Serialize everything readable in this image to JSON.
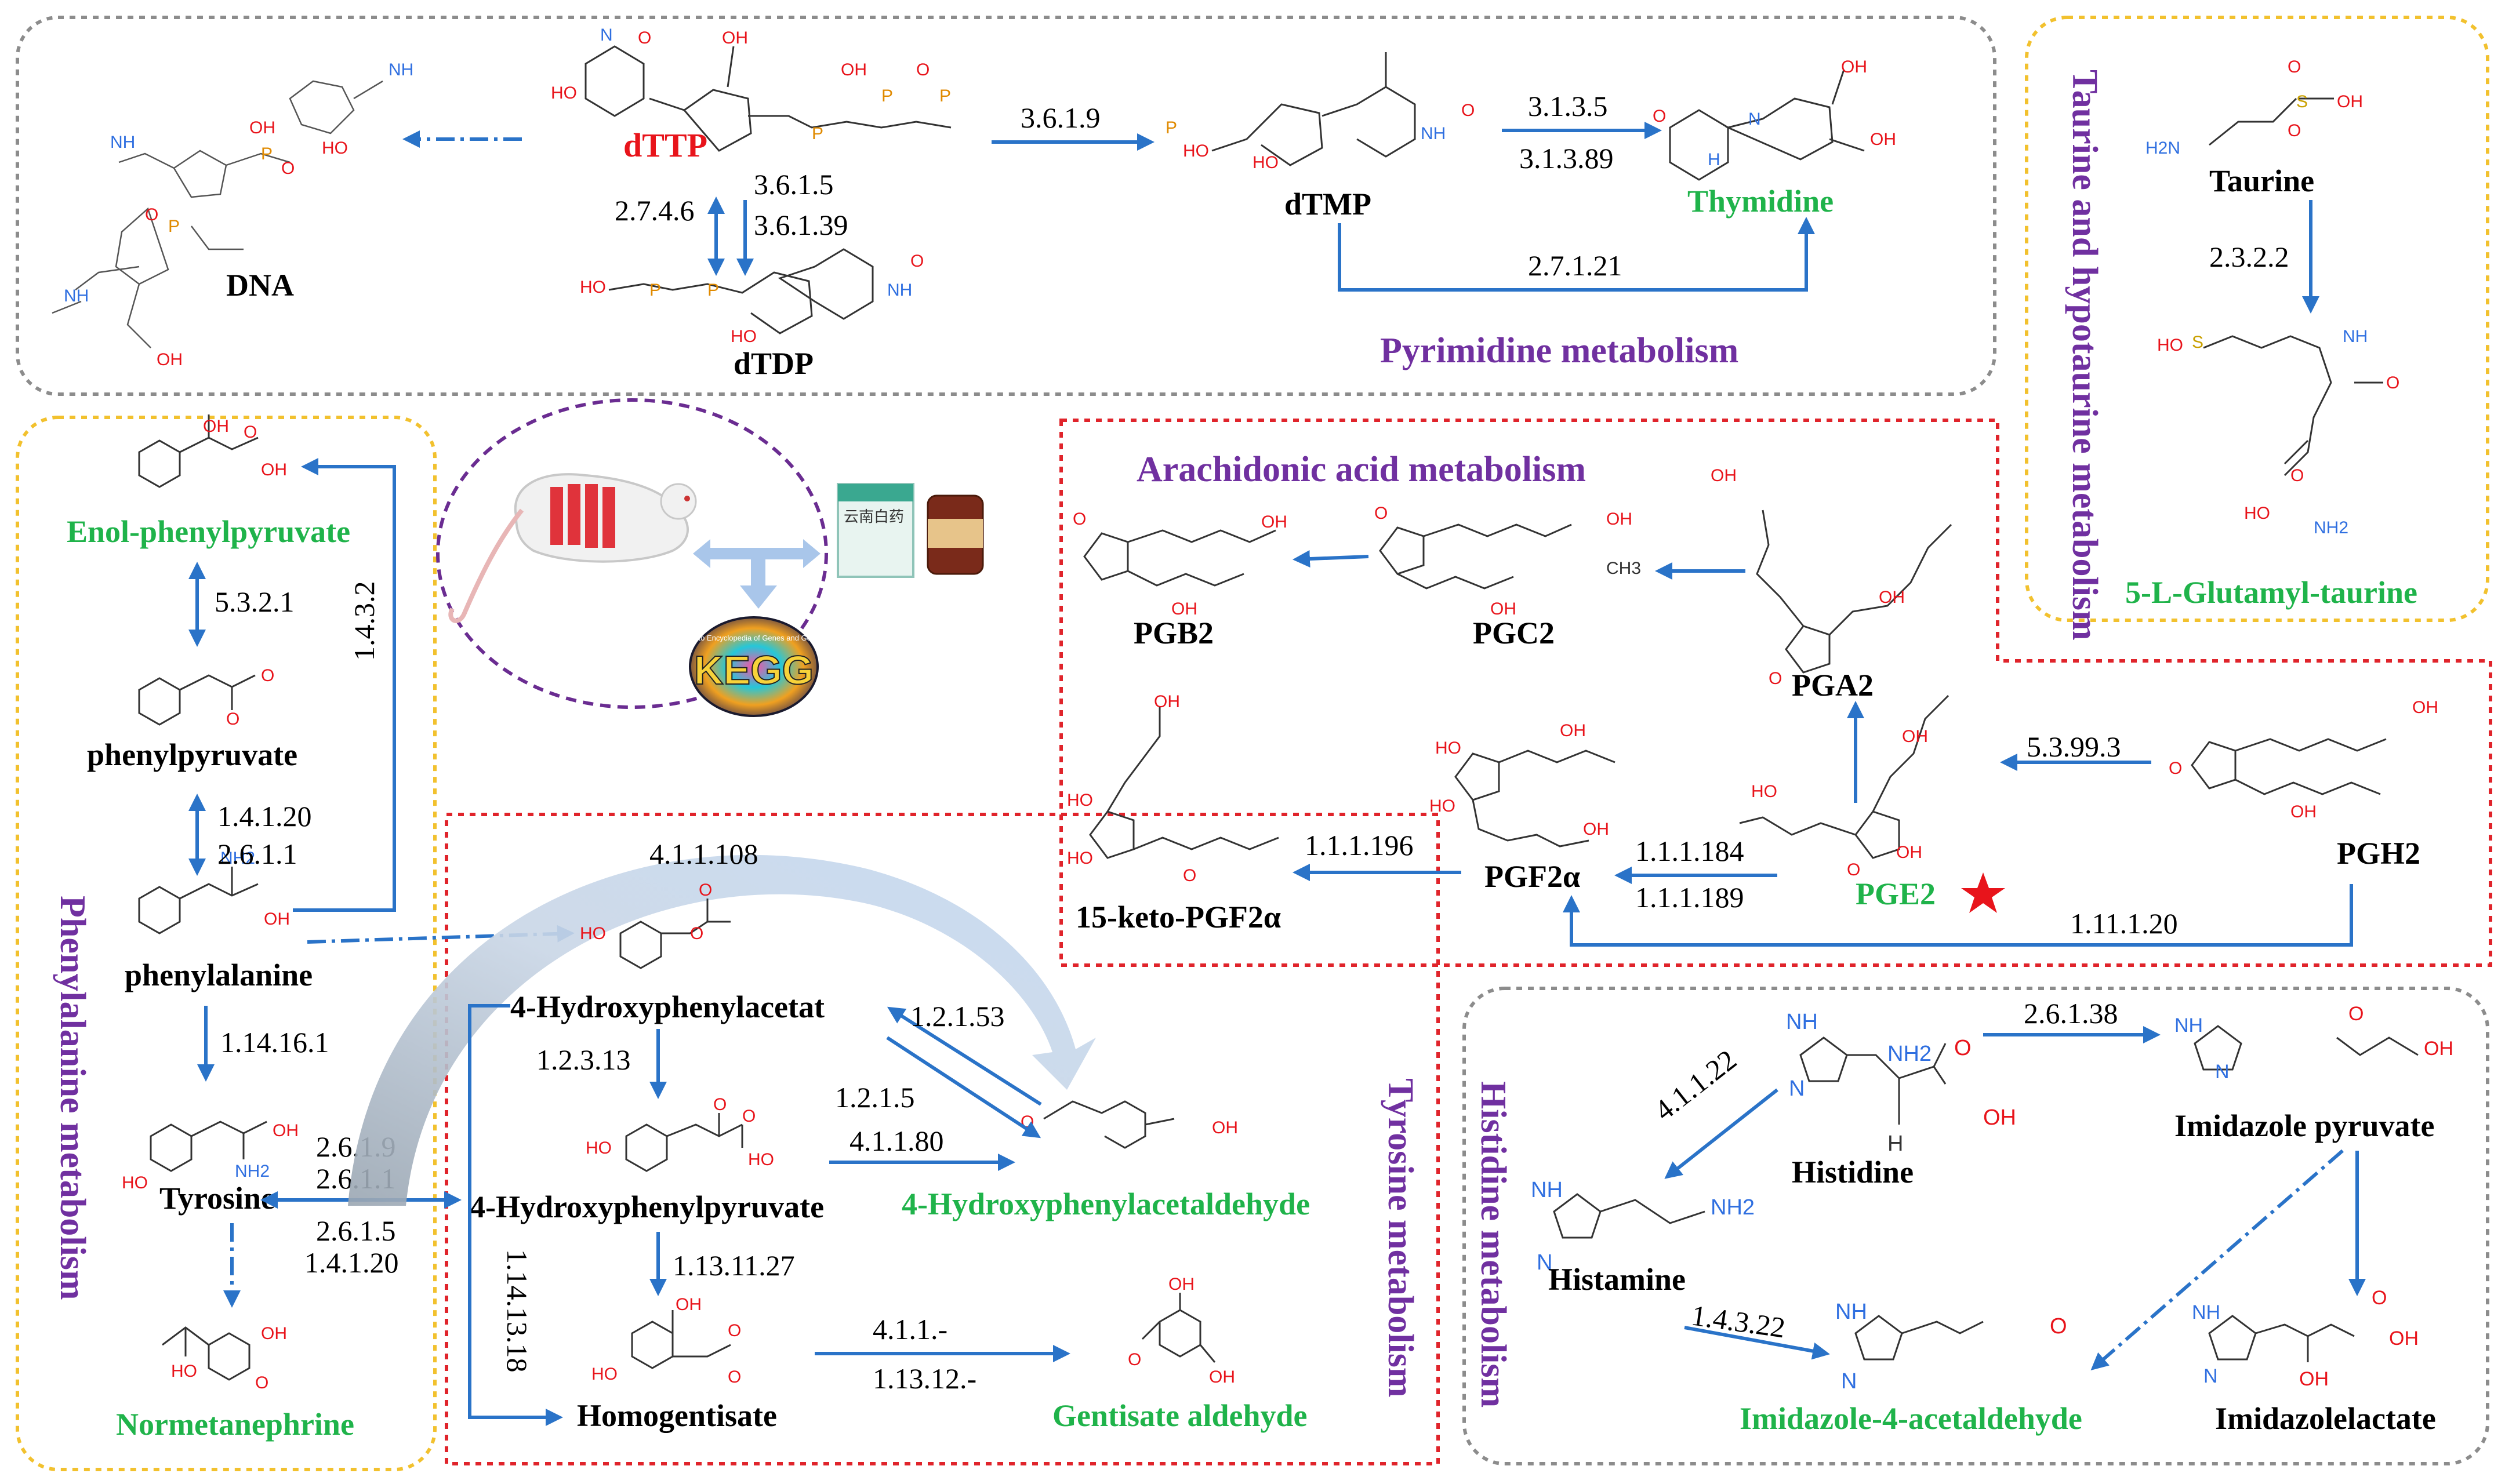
{
  "pathways": {
    "pyrimidine": "Pyrimidine metabolism",
    "taurine": "Taurine and hypotaurine metabolism",
    "arachidonic": "Arachidonic acid metabolism",
    "phenylalanine": "Phenylalanine metabolism",
    "tyrosine": "Tyrosine metabolism",
    "histidine": "Histidine metabolism"
  },
  "compounds": {
    "dna": "DNA",
    "dttp": "dTTP",
    "dtdp": "dTDP",
    "dtmp": "dTMP",
    "thymidine": "Thymidine",
    "taurine": "Taurine",
    "glutamyl_taurine": "5-L-Glutamyl-taurine",
    "enol_phenylpyruvate": "Enol-phenylpyruvate",
    "phenylpyruvate": "phenylpyruvate",
    "phenylalanine": "phenylalanine",
    "tyrosine": "Tyrosine",
    "normetanephrine": "Normetanephrine",
    "pgb2": "PGB2",
    "pgc2": "PGC2",
    "pga2": "PGA2",
    "pge2": "PGE2",
    "pgh2": "PGH2",
    "pgf2a": "PGF2α",
    "keto_pgf2a": "15-keto-PGF2α",
    "hydroxyphenylacetat": "4-Hydroxyphenylacetat",
    "hydroxyphenylpyruvate": "4-Hydroxyphenylpyruvate",
    "hydroxyphenylacetaldehyde": "4-Hydroxyphenylacetaldehyde",
    "homogentisate": "Homogentisate",
    "gentisate_aldehyde": "Gentisate aldehyde",
    "histidine": "Histidine",
    "histamine": "Histamine",
    "imidazole_pyruvate": "Imidazole pyruvate",
    "imidazole_acetaldehyde": "Imidazole-4-acetaldehyde",
    "imidazolelactate": "Imidazolelactate"
  },
  "enzymes": {
    "e3619": "3.6.1.9",
    "e3615": "3.6.1.5",
    "e36139": "3.6.1.39",
    "e2746": "2.7.4.6",
    "e3135": "3.1.3.5",
    "e31389": "3.1.3.89",
    "e27121": "2.7.1.21",
    "e2322": "2.3.2.2",
    "e5321": "5.3.2.1",
    "e1432": "1.4.3.2",
    "e14120": "1.4.1.20",
    "e2611": "2.6.1.1",
    "e114161": "1.14.16.1",
    "e2619": "2.6.1.9",
    "e2611b": "2.6.1.1",
    "e2615": "2.6.1.5",
    "e14120b": "1.4.1.20",
    "e411108": "4.1.1.108",
    "e12313": "1.2.3.13",
    "e12153": "1.2.1.53",
    "e1215": "1.2.1.5",
    "e41180": "4.1.1.80",
    "e1141318": "1.14.13.18",
    "e1131127": "1.13.11.27",
    "e411dash": "4.1.1.-",
    "e11312dash": "1.13.12.-",
    "e1111196": "1.1.1.196",
    "e1111184": "1.1.1.184",
    "e1111189": "1.1.1.189",
    "e539933": "5.3.99.3",
    "e111120": "1.11.1.20",
    "e41122": "4.1.1.22",
    "e26138": "2.6.1.38",
    "e14322": "1.4.3.22"
  },
  "center": {
    "kegg_text": "KEGG",
    "kegg_subtitle": "Kyoto Encyclopedia of Genes and Genomes",
    "box_text": "云南白药"
  },
  "atoms": {
    "ho": "HO",
    "oh": "OH",
    "o": "O",
    "n": "N",
    "nh": "NH",
    "nh2": "NH2",
    "h2n": "H2N",
    "p": "P",
    "s": "S",
    "ch3": "CH3",
    "h": "H"
  },
  "colors": {
    "arrow": "#2a73c8",
    "pathway_title": "#7030a0",
    "highlight_green": "#1fb34a",
    "highlight_red": "#e8141b",
    "box_gray": "#8c8c8c",
    "box_yellow": "#f2c12e",
    "box_red": "#e0242b",
    "ellipse_purple": "#6a2c91"
  }
}
